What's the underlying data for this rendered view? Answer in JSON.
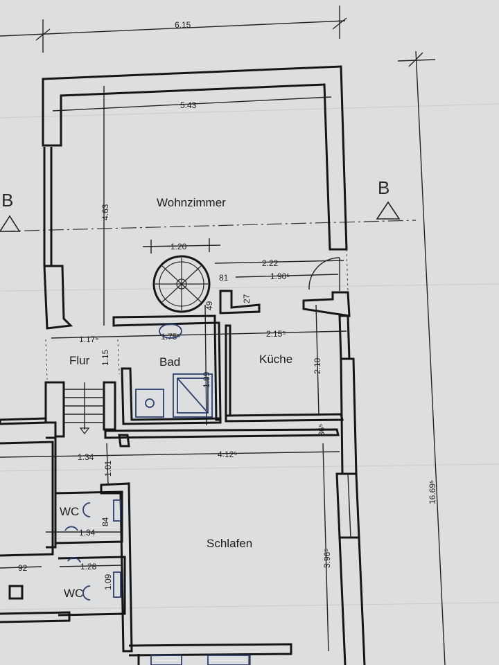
{
  "dimensions": {
    "overall_width": "6.15",
    "inner_width": "5.43",
    "wohn_depth": "4.63",
    "stair_width": "1.20",
    "d_222": "2.22",
    "d_81": "81",
    "d_1905": "1.90⁵",
    "d_49": "49",
    "d_27": "27",
    "d_1175": "1.17⁵",
    "d_1755": "1.75⁵",
    "d_2155": "2.15⁵",
    "d_115": "1.15",
    "d_189": "1.89",
    "d_210": "2.10",
    "d_365": "36⁵",
    "d_134a": "1.34",
    "d_101": "1.01",
    "d_4125": "4.12⁵",
    "d_84": "84",
    "d_134b": "1.34",
    "d_3965": "3.96⁵",
    "d_92": "92",
    "d_128": "1.28",
    "d_109": "1.09",
    "overall_height": "16.69⁵"
  },
  "rooms": {
    "wohnzimmer": "Wohnzimmer",
    "bad": "Bad",
    "kueche": "Küche",
    "flur": "Flur",
    "wc1": "WC",
    "wc2": "WC",
    "schlafen": "Schlafen"
  },
  "section_marks": {
    "left": "B",
    "right": "B"
  }
}
